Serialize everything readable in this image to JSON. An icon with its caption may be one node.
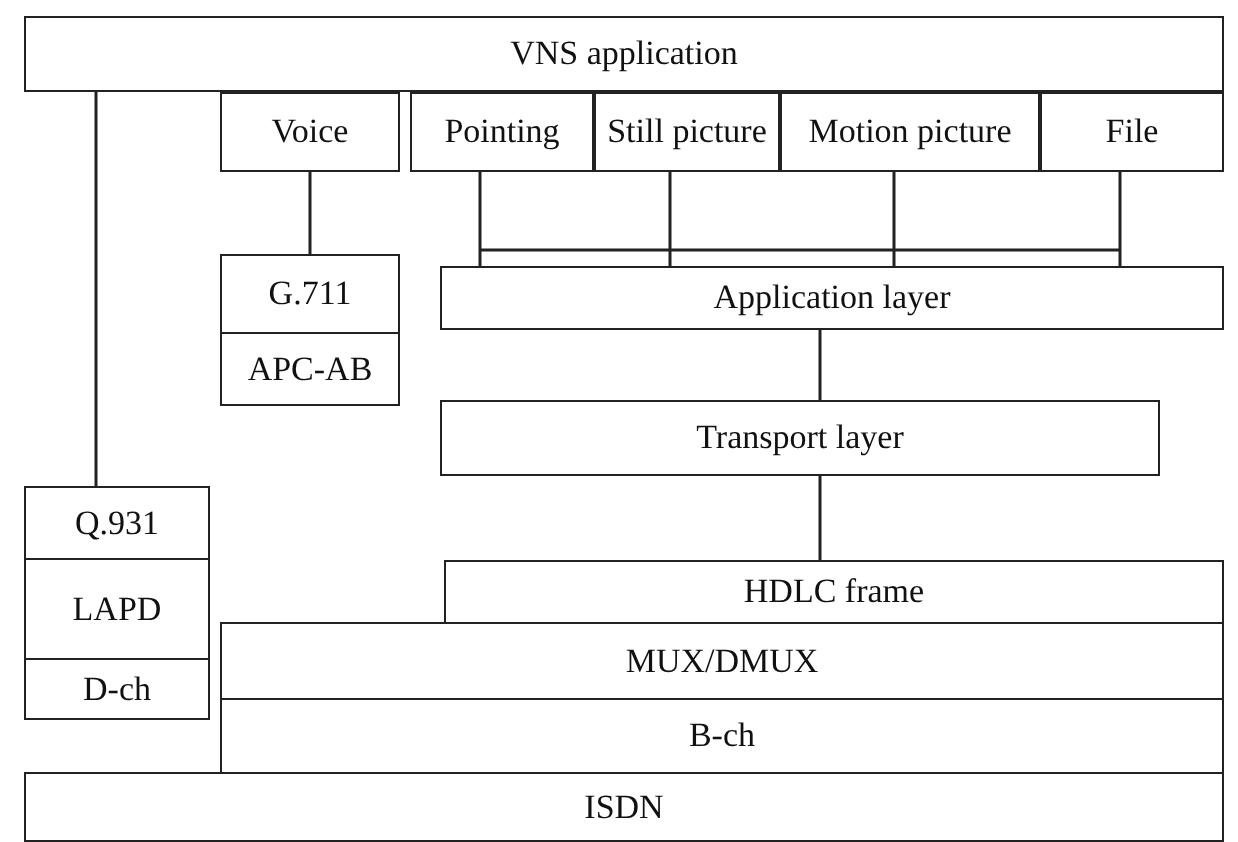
{
  "diagram": {
    "nodes": [
      {
        "text": [
          "VNS application"
        ]
      },
      {
        "text": [
          "Voice"
        ]
      },
      {
        "text": [
          "Pointing"
        ]
      },
      {
        "text": [
          "Still picture"
        ]
      },
      {
        "text": [
          "Motion picture"
        ]
      },
      {
        "text": [
          "File"
        ]
      },
      {
        "text": [
          "G.711"
        ]
      },
      {
        "text": [
          "APC-AB"
        ]
      },
      {
        "text": [
          "Application layer"
        ]
      },
      {
        "text": [
          "Transport layer"
        ]
      },
      {
        "text": [
          "Q.931"
        ]
      },
      {
        "text": [
          "LAPD"
        ]
      },
      {
        "text": [
          "D-ch"
        ]
      },
      {
        "text": [
          "HDLC frame"
        ]
      },
      {
        "text": [
          "MUX/DMUX"
        ]
      },
      {
        "text": [
          "B-ch"
        ]
      },
      {
        "text": [
          "ISDN"
        ]
      }
    ],
    "edges": [
      {
        "from": 0,
        "to": 10,
        "arrow": "none"
      },
      {
        "from": 1,
        "to": 6,
        "arrow": "none"
      },
      {
        "from": 2,
        "to": 8,
        "arrow": "none"
      },
      {
        "from": 3,
        "to": 8,
        "arrow": "none"
      },
      {
        "from": 4,
        "to": 8,
        "arrow": "none"
      },
      {
        "from": 5,
        "to": 8,
        "arrow": "none"
      },
      {
        "from": 8,
        "to": 9,
        "arrow": "none"
      },
      {
        "from": 9,
        "to": 13,
        "arrow": "none"
      }
    ]
  }
}
